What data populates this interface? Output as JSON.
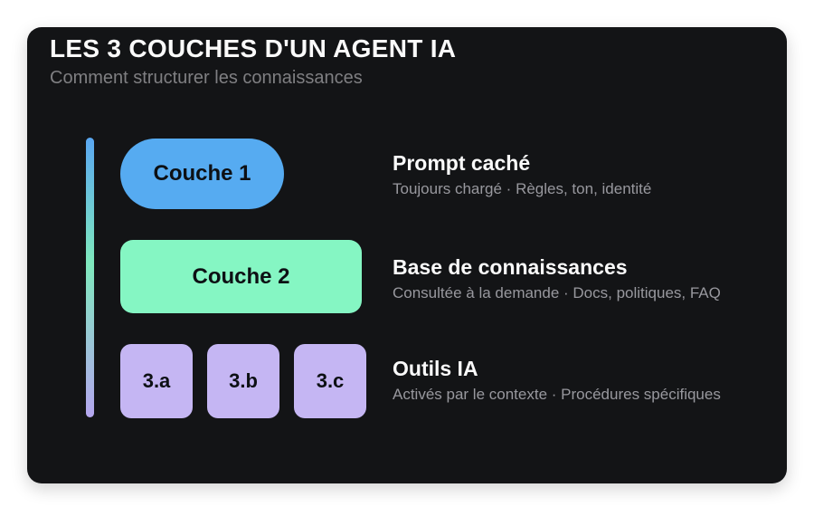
{
  "header": {
    "title": "LES 3 COUCHES D'UN AGENT IA",
    "subtitle": "Comment structurer les connaissances"
  },
  "gradient_bar": {
    "name": "layers-gradient-bar",
    "color_top": "#5aa7f2",
    "color_middle": "#7fe9bd",
    "color_bottom": "#b5a6ef"
  },
  "rows": [
    {
      "shape": "pill",
      "label": "Couche 1",
      "color": "#56abf1",
      "heading": "Prompt caché",
      "description": "Toujours chargé · Règles, ton, identité"
    },
    {
      "shape": "rounded-rect",
      "label": "Couche 2",
      "color": "#85f6c3",
      "heading": "Base de connaissances",
      "description": "Consultée à la demande · Docs, politiques, FAQ"
    },
    {
      "shape": "squares",
      "labels": [
        "3.a",
        "3.b",
        "3.c"
      ],
      "color": "#c5b6f3",
      "heading": "Outils IA",
      "description": "Activés par le contexte · Procédures spécifiques"
    }
  ],
  "theme": {
    "card_background": "#131416",
    "page_background": "#ffffff",
    "title_color": "#fafafa",
    "subtitle_color": "#7f7f82",
    "description_color": "#98989e",
    "shape_text_color": "#0d1014"
  }
}
